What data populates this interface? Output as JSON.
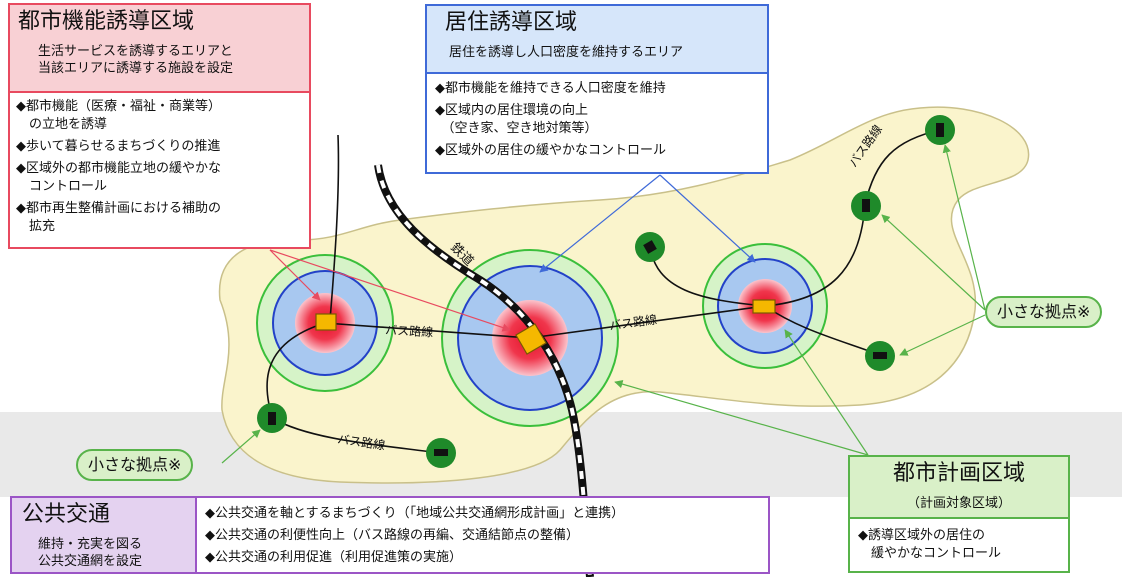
{
  "toshi_kino": {
    "title": "都市機能誘導区域",
    "sub1": "生活サービスを誘導するエリアと",
    "sub2": "当該エリアに誘導する施設を設定",
    "items": [
      "◆都市機能（医療・福祉・商業等）",
      "　の立地を誘導",
      "◆歩いて暮らせるまちづくりの推進",
      "◆区域外の都市機能立地の緩やかな",
      "　コントロール",
      "◆都市再生整備計画における補助の",
      "　拡充"
    ],
    "colors": {
      "border": "#e84a5f",
      "header_bg": "#f8d0d4"
    }
  },
  "kyoju": {
    "title": "居住誘導区域",
    "sub": "居住を誘導し人口密度を維持するエリア",
    "items": [
      "◆都市機能を維持できる人口密度を維持",
      "◆区域内の居住環境の向上",
      "　（空き家、空き地対策等）",
      "◆区域外の居住の緩やかなコントロール"
    ],
    "colors": {
      "border": "#3f6ad8",
      "header_bg": "#d6e6fa"
    }
  },
  "koukyo": {
    "title": "公共交通",
    "sub1": "維持・充実を図る",
    "sub2": "公共交通網を設定",
    "items": [
      "◆公共交通を軸とするまちづくり（「地域公共交通網形成計画」と連携）",
      "◆公共交通の利便性向上（バス路線の再編、交通結節点の整備）",
      "◆公共交通の利用促進（利用促進策の実施）"
    ],
    "colors": {
      "border": "#9b55c6",
      "header_bg": "#e4d2f0"
    }
  },
  "toshi_keikaku": {
    "title": "都市計画区域",
    "sub": "（計画対象区域）",
    "items": [
      "◆誘導区域外の居住の",
      "　緩やかなコントロール"
    ],
    "colors": {
      "border": "#58b34a",
      "header_bg": "#d9f0c8"
    }
  },
  "small_hub_right": "小さな拠点※",
  "small_hub_left": "小さな拠点※",
  "map": {
    "bus_label_1": "バス路線",
    "bus_label_2": "バス路線",
    "bus_label_3": "バス路線",
    "bus_label_4": "バス路線",
    "rail_label": "鉄道",
    "colors": {
      "city_area": "#faf4cc",
      "city_outline": "#c9c08a",
      "green_ring": "#3bbf3b",
      "blue_fill": "#a8c8f0",
      "blue_ring": "#2342c8",
      "red_core": "#f0364c",
      "station": "#f5b800",
      "hub": "#1f8a2a",
      "band": "#e8e8e8"
    }
  }
}
